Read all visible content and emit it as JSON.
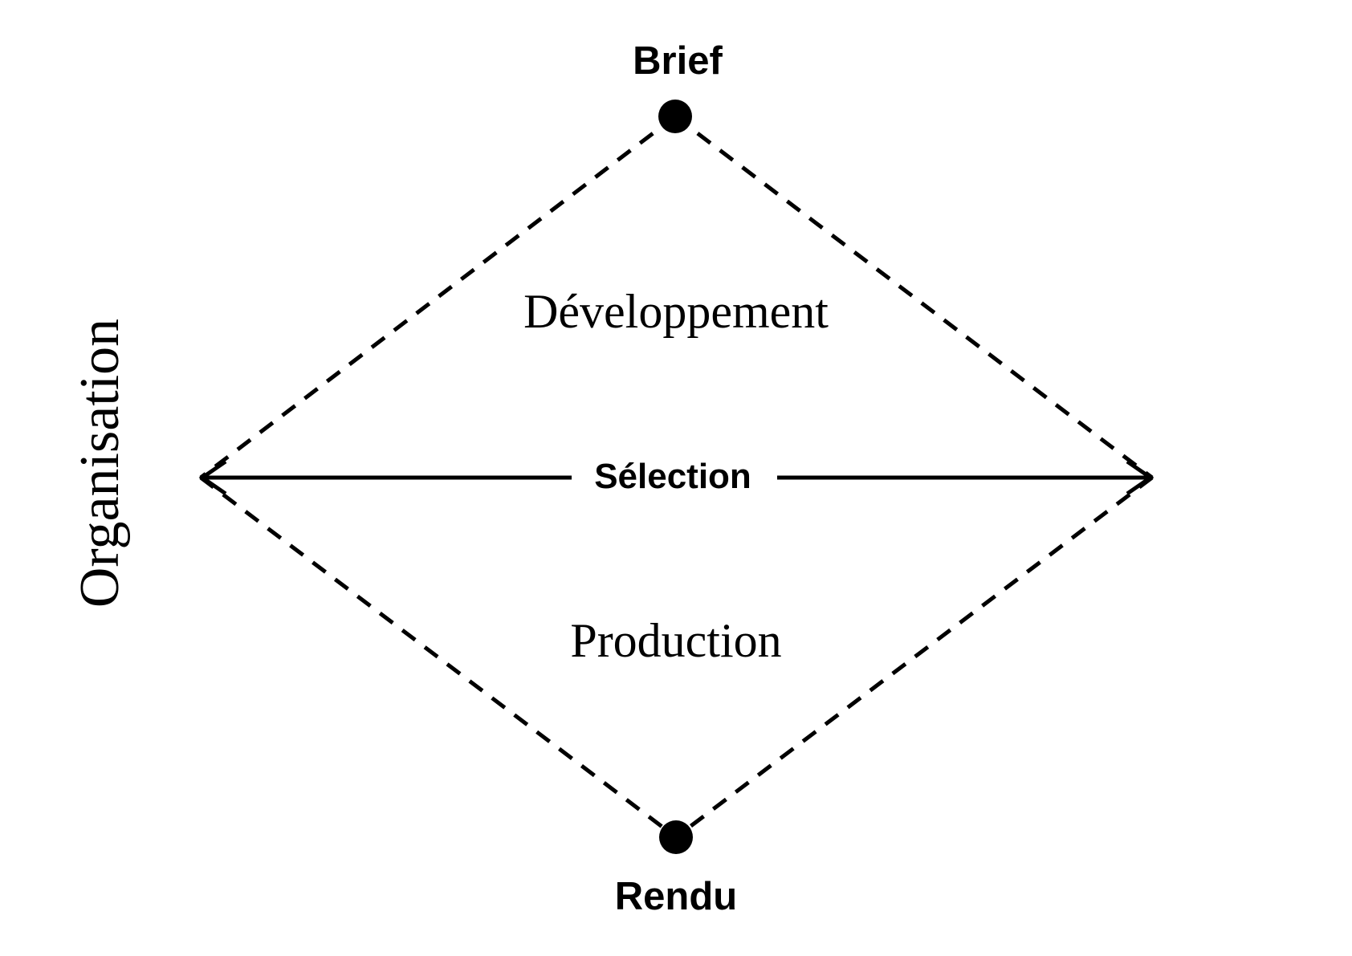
{
  "colors": {
    "ink": "#000000",
    "background": "#ffffff"
  },
  "diagram": {
    "top_node_label": "Brief",
    "bottom_node_label": "Rendu",
    "upper_region_label": "Développement",
    "lower_region_label": "Production",
    "horizontal_axis_label": "Sélection",
    "vertical_axis_label": "Organisation"
  }
}
